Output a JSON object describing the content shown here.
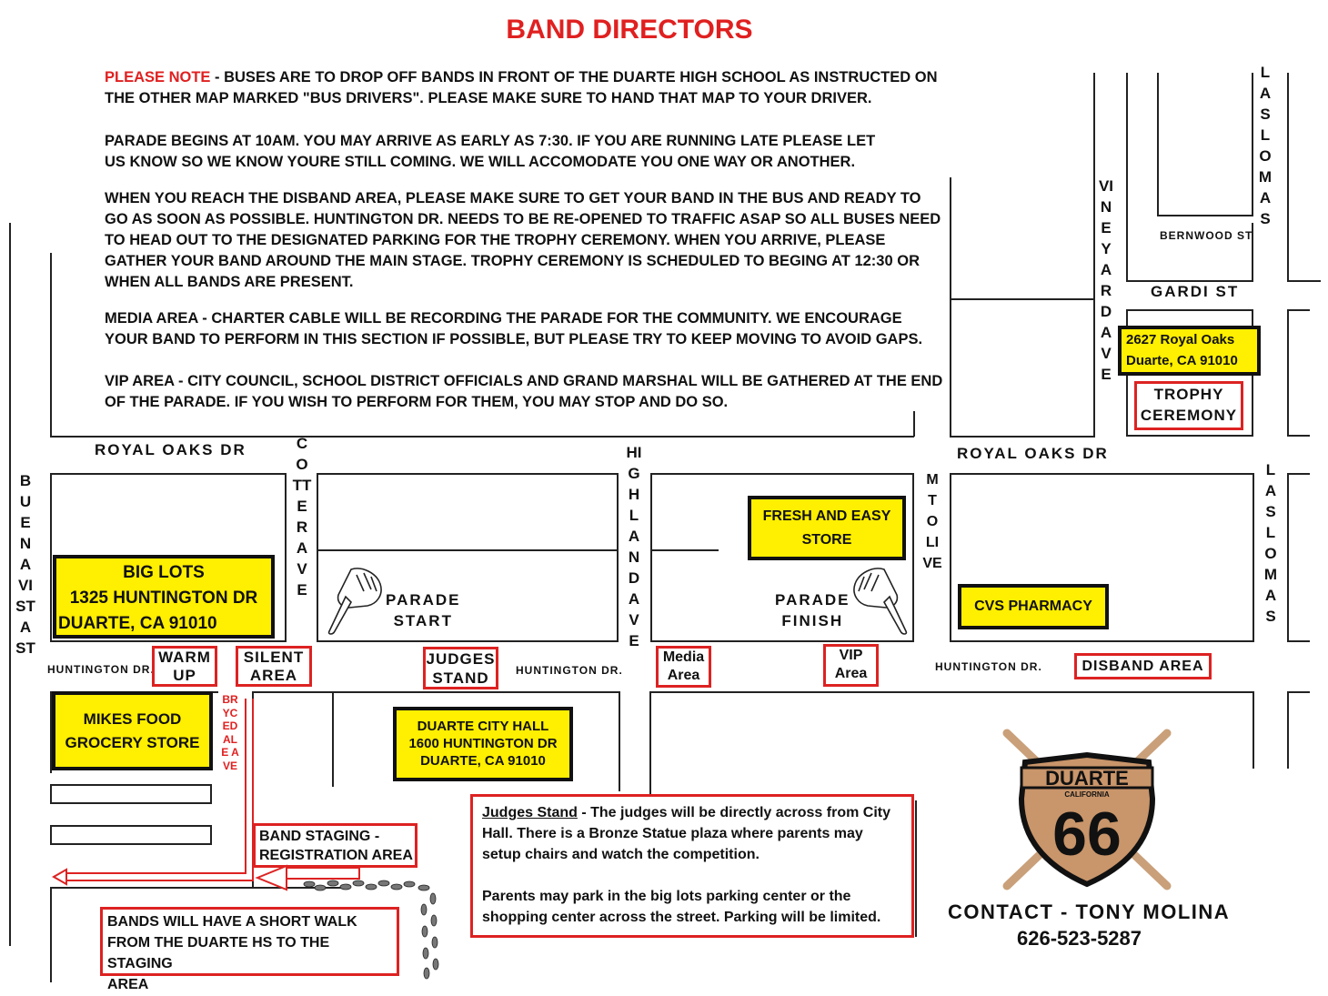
{
  "title": "BAND DIRECTORS",
  "notes": {
    "please_note_label": "PLEASE NOTE",
    "please_note_line1": " - BUSES ARE TO DROP OFF BANDS IN FRONT OF THE DUARTE HIGH SCHOOL AS INSTRUCTED ON",
    "please_note_line2": "THE OTHER MAP MARKED \"BUS DRIVERS\". PLEASE MAKE SURE TO HAND THAT MAP TO YOUR DRIVER.",
    "parade_line1": "PARADE BEGINS AT 10AM.  YOU MAY ARRIVE AS EARLY AS 7:30.  IF YOU ARE RUNNING LATE PLEASE LET",
    "parade_line2": "US KNOW SO WE KNOW YOURE STILL COMING.  WE WILL ACCOMODATE YOU ONE WAY OR ANOTHER.",
    "disband_line1": "WHEN YOU REACH THE DISBAND AREA, PLEASE MAKE SURE TO GET YOUR BAND IN THE BUS AND READY TO",
    "disband_line2": "GO AS SOON AS POSSIBLE.  HUNTINGTON DR. NEEDS TO BE RE-OPENED TO TRAFFIC ASAP SO ALL BUSES NEED",
    "disband_line3": "TO HEAD OUT TO THE DESIGNATED PARKING FOR THE TROPHY CEREMONY.  WHEN YOU ARRIVE, PLEASE",
    "disband_line4": "GATHER YOUR BAND AROUND THE MAIN STAGE.  TROPHY CEREMONY IS SCHEDULED TO BEGING AT 12:30 OR",
    "disband_line5": "WHEN ALL BANDS ARE PRESENT.",
    "media_line1": "MEDIA AREA - CHARTER CABLE WILL BE RECORDING THE PARADE FOR THE COMMUNITY. WE ENCOURAGE",
    "media_line2": "YOUR BAND TO PERFORM IN THIS SECTION IF POSSIBLE, BUT PLEASE TRY TO KEEP MOVING TO AVOID GAPS.",
    "vip_line1": "VIP AREA - CITY COUNCIL, SCHOOL DISTRICT OFFICIALS AND GRAND MARSHAL WILL BE GATHERED AT THE END",
    "vip_line2": "OF THE PARADE.  IF YOU WISH TO PERFORM FOR THEM, YOU MAY STOP AND DO SO."
  },
  "streets": {
    "royal_oaks_left": "ROYAL OAKS DR",
    "royal_oaks_right": "ROYAL OAKS DR",
    "cotter": "COTTER AVE",
    "highland": "HIGHLAND AVE",
    "mt_olive": "MT OLIVE",
    "buena_vista": "BUENA VISTA ST",
    "las_lomas_top": "LAS LOMAS",
    "las_lomas_bottom": "LAS LOMAS",
    "vineyard": "VINEYARD AVE",
    "bernwood": "BERNWOOD ST",
    "gardi": "GARDI ST",
    "huntington_1": "HUNTINGTON DR.",
    "huntington_2": "HUNTINGTON DR.",
    "huntington_3": "HUNTINGTON DR.",
    "brycedale": "BRYCEDALE AVE"
  },
  "places": {
    "big_lots_l1": "BIG LOTS",
    "big_lots_l2": "1325 HUNTINGTON DR",
    "big_lots_l3": "DUARTE, CA 91010",
    "mikes_l1": "MIKES FOOD",
    "mikes_l2": "GROCERY STORE",
    "city_hall_l1": "DUARTE CITY HALL",
    "city_hall_l2": "1600 HUNTINGTON DR",
    "city_hall_l3": "DUARTE, CA 91010",
    "fresh_l1": "FRESH AND EASY",
    "fresh_l2": "STORE",
    "cvs": "CVS PHARMACY",
    "royal_addr_l1": "2627 Royal Oaks",
    "royal_addr_l2": "Duarte, CA 91010"
  },
  "areas": {
    "warm_up_l1": "WARM",
    "warm_up_l2": "UP",
    "silent_l1": "SILENT",
    "silent_l2": "AREA",
    "judges_l1": "JUDGES",
    "judges_l2": "STAND",
    "media_l1": "Media",
    "media_l2": "Area",
    "vip_l1": "VIP",
    "vip_l2": "Area",
    "disband": "DISBAND AREA",
    "trophy_l1": "TROPHY",
    "trophy_l2": "CEREMONY",
    "staging_l1": "BAND STAGING -",
    "staging_l2": "REGISTRATION AREA",
    "walk_l1": "BANDS WILL HAVE A SHORT WALK",
    "walk_l2": "FROM THE DUARTE HS TO THE STAGING",
    "walk_l3": "AREA",
    "parade_start_l1": "PARADE",
    "parade_start_l2": "START",
    "parade_finish_l1": "PARADE",
    "parade_finish_l2": "FINISH"
  },
  "judges_note": {
    "heading": "Judges Stand",
    "text1": " - The judges will be directly across from City",
    "text2": "Hall. There is a Bronze Statue plaza where parents may",
    "text3": "setup chairs and watch the competition.",
    "text4": "Parents may park in the big lots parking center or the",
    "text5": "shopping center across the street. Parking will be limited."
  },
  "logo": {
    "top": "DUARTE",
    "sub": "CALIFORNIA",
    "number": "66"
  },
  "contact": {
    "name": "CONTACT - TONY MOLINA",
    "phone": "626-523-5287"
  },
  "colors": {
    "accent_red": "#e02020",
    "highlight_yellow": "#ffef00",
    "logo_tan": "#c9956a"
  }
}
